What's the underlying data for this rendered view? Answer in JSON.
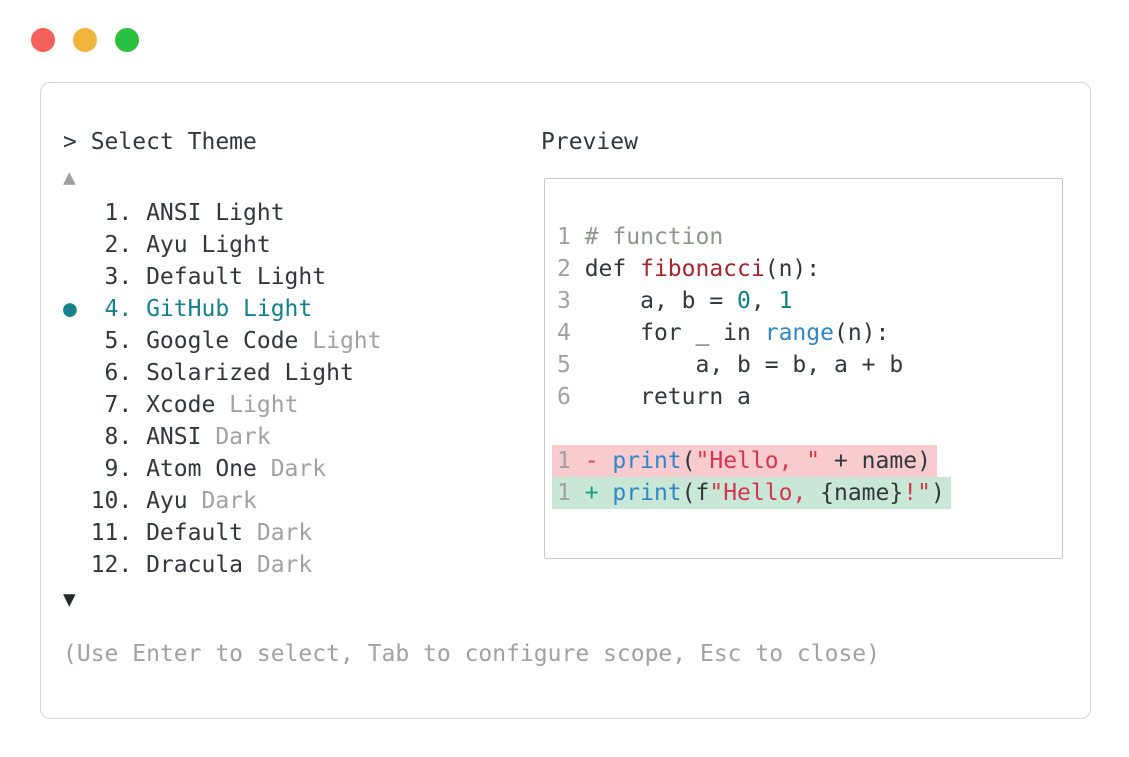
{
  "window": {
    "controls": [
      {
        "name": "close",
        "color": "#f4615b"
      },
      {
        "name": "minimize",
        "color": "#f2b43d"
      },
      {
        "name": "zoom",
        "color": "#29c13d"
      }
    ]
  },
  "colors": {
    "fg": "#31373d",
    "muted": "#a1a1a1",
    "accent": "#15818a",
    "comment": "#8e968e",
    "func_red": "#a4262e",
    "number_teal": "#0e827d",
    "builtin_blue": "#3087c8",
    "string_red": "#d63550",
    "del_sign": "#d23c56",
    "add_sign": "#169a80",
    "del_bg": "#f8cbcf",
    "add_bg": "#c9e7d6",
    "panel_border": "#d5d5d5",
    "preview_border": "#c9c9c9",
    "scroll_up": "#9e9e9e",
    "scroll_down": "#26292c"
  },
  "header": {
    "prompt": "> ",
    "title": "Select Theme",
    "preview_label": "Preview"
  },
  "theme_list": {
    "scroll_up_glyph": "▲",
    "scroll_down_glyph": "▼",
    "bullet_glyph": "●",
    "items": [
      {
        "number": "1",
        "name": "ANSI Light",
        "suffix": "",
        "selected": false
      },
      {
        "number": "2",
        "name": "Ayu Light",
        "suffix": "",
        "selected": false
      },
      {
        "number": "3",
        "name": "Default Light",
        "suffix": "",
        "selected": false
      },
      {
        "number": "4",
        "name": "GitHub Light",
        "suffix": "",
        "selected": true
      },
      {
        "number": "5",
        "name": "Google Code",
        "suffix": "Light",
        "selected": false
      },
      {
        "number": "6",
        "name": "Solarized Light",
        "suffix": "",
        "selected": false
      },
      {
        "number": "7",
        "name": "Xcode",
        "suffix": "Light",
        "selected": false
      },
      {
        "number": "8",
        "name": "ANSI",
        "suffix": "Dark",
        "selected": false
      },
      {
        "number": "9",
        "name": "Atom One",
        "suffix": "Dark",
        "selected": false
      },
      {
        "number": "10",
        "name": "Ayu",
        "suffix": "Dark",
        "selected": false
      },
      {
        "number": "11",
        "name": "Default",
        "suffix": "Dark",
        "selected": false
      },
      {
        "number": "12",
        "name": "Dracula",
        "suffix": "Dark",
        "selected": false
      }
    ]
  },
  "preview": {
    "code_lines": [
      {
        "num": "1",
        "tokens": [
          {
            "t": "# function",
            "c": "comment"
          }
        ]
      },
      {
        "num": "2",
        "tokens": [
          {
            "t": "def ",
            "c": "fg"
          },
          {
            "t": "fibonacci",
            "c": "func"
          },
          {
            "t": "(n):",
            "c": "fg"
          }
        ]
      },
      {
        "num": "3",
        "tokens": [
          {
            "t": "    a, b = ",
            "c": "fg"
          },
          {
            "t": "0",
            "c": "num"
          },
          {
            "t": ", ",
            "c": "fg"
          },
          {
            "t": "1",
            "c": "num"
          }
        ]
      },
      {
        "num": "4",
        "tokens": [
          {
            "t": "    for _ in ",
            "c": "fg"
          },
          {
            "t": "range",
            "c": "builtin"
          },
          {
            "t": "(n):",
            "c": "fg"
          }
        ]
      },
      {
        "num": "5",
        "tokens": [
          {
            "t": "        a, b = b, a + b",
            "c": "fg"
          }
        ]
      },
      {
        "num": "6",
        "tokens": [
          {
            "t": "    return a",
            "c": "fg"
          }
        ]
      },
      {
        "blank": true
      },
      {
        "num": "1",
        "diff": "removed",
        "tokens": [
          {
            "t": "- ",
            "c": "del"
          },
          {
            "t": "print",
            "c": "builtin"
          },
          {
            "t": "(",
            "c": "fg"
          },
          {
            "t": "\"Hello, \"",
            "c": "str"
          },
          {
            "t": " + name)",
            "c": "fg"
          }
        ]
      },
      {
        "num": "1",
        "diff": "added",
        "tokens": [
          {
            "t": "+ ",
            "c": "add"
          },
          {
            "t": "print",
            "c": "builtin"
          },
          {
            "t": "(f",
            "c": "fg"
          },
          {
            "t": "\"Hello, ",
            "c": "str"
          },
          {
            "t": "{name}",
            "c": "fg"
          },
          {
            "t": "!\"",
            "c": "str"
          },
          {
            "t": ")",
            "c": "fg"
          }
        ]
      }
    ]
  },
  "footer": {
    "help": "(Use Enter to select, Tab to configure scope, Esc to close)"
  }
}
